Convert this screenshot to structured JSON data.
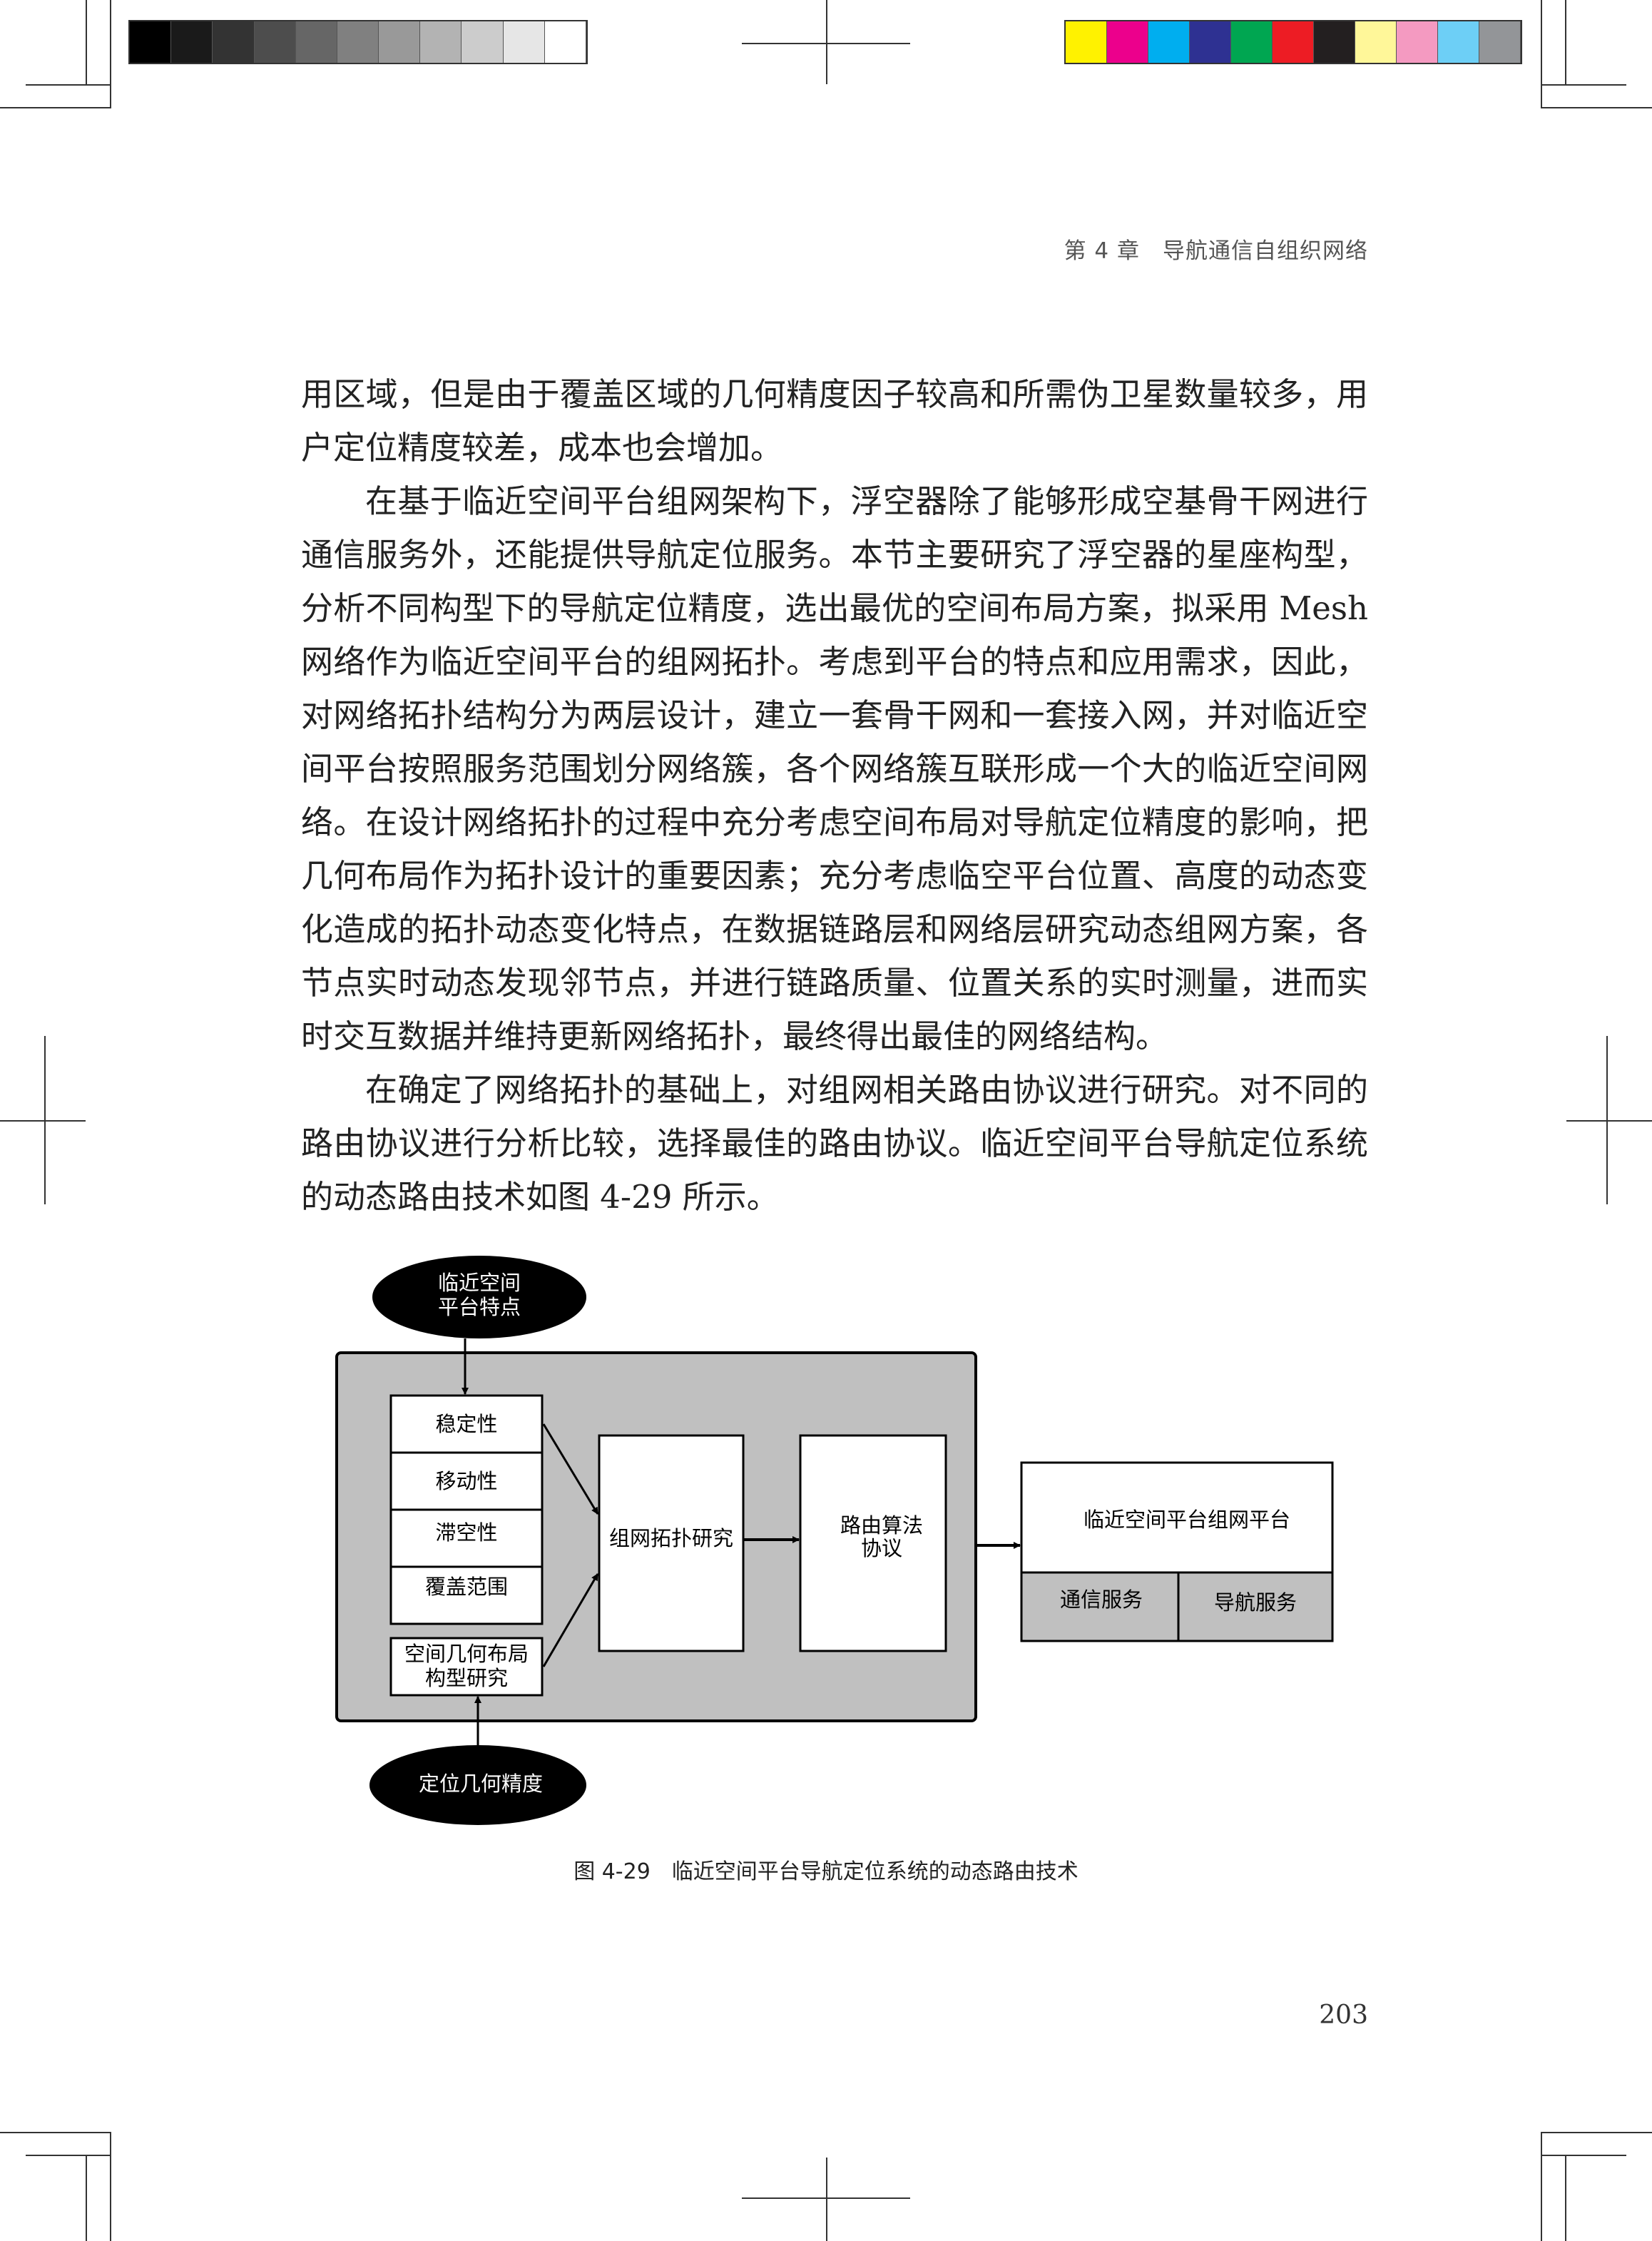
{
  "header": {
    "chapter": "第 4 章　导航通信自组织网络"
  },
  "paragraphs": [
    "用区域，但是由于覆盖区域的几何精度因子较高和所需伪卫星数量较多，用户定位精度较差，成本也会增加。",
    "在基于临近空间平台组网架构下，浮空器除了能够形成空基骨干网进行通信服务外，还能提供导航定位服务。本节主要研究了浮空器的星座构型，分析不同构型下的导航定位精度，选出最优的空间布局方案，拟采用 Mesh 网络作为临近空间平台的组网拓扑。考虑到平台的特点和应用需求，因此，对网络拓扑结构分为两层设计，建立一套骨干网和一套接入网，并对临近空间平台按照服务范围划分网络簇，各个网络簇互联形成一个大的临近空间网络。在设计网络拓扑的过程中充分考虑空间布局对导航定位精度的影响，把几何布局作为拓扑设计的重要因素；充分考虑临空平台位置、高度的动态变化造成的拓扑动态变化特点，在数据链路层和网络层研究动态组网方案，各节点实时动态发现邻节点，并进行链路质量、位置关系的实时测量，进而实时交互数据并维持更新网络拓扑，最终得出最佳的网络结构。",
    "在确定了网络拓扑的基础上，对组网相关路由协议进行研究。对不同的路由协议进行分析比较，选择最佳的路由协议。临近空间平台导航定位系统的动态路由技术如图 4-29 所示。"
  ],
  "diagram": {
    "top_ellipse": [
      "临近空间",
      "平台特点"
    ],
    "bottom_ellipse": "定位几何精度",
    "properties": [
      "稳定性",
      "移动性",
      "滞空性",
      "覆盖范围"
    ],
    "layout_box": [
      "空间几何布局",
      "构型研究"
    ],
    "topology_box": "组网拓扑研究",
    "routing_box": [
      "路由算法",
      "协议"
    ],
    "platform": {
      "title": "临近空间平台组网平台",
      "services": [
        "通信服务",
        "导航服务"
      ]
    }
  },
  "caption": "图 4-29　临近空间平台导航定位系统的动态路由技术",
  "page_number": "203",
  "colors": {
    "grayscale": [
      "#000000",
      "#1a1a1a",
      "#333333",
      "#4d4d4d",
      "#666666",
      "#808080",
      "#999999",
      "#b3b3b3",
      "#cccccc",
      "#e6e6e6",
      "#ffffff"
    ],
    "process": [
      "#fff200",
      "#ec008c",
      "#00aeef",
      "#2e3192",
      "#00a651",
      "#ed1c24",
      "#231f20",
      "#fff799",
      "#f49ac1",
      "#6dcff6",
      "#939598"
    ],
    "diagram_fill": "#c0c0c0"
  }
}
